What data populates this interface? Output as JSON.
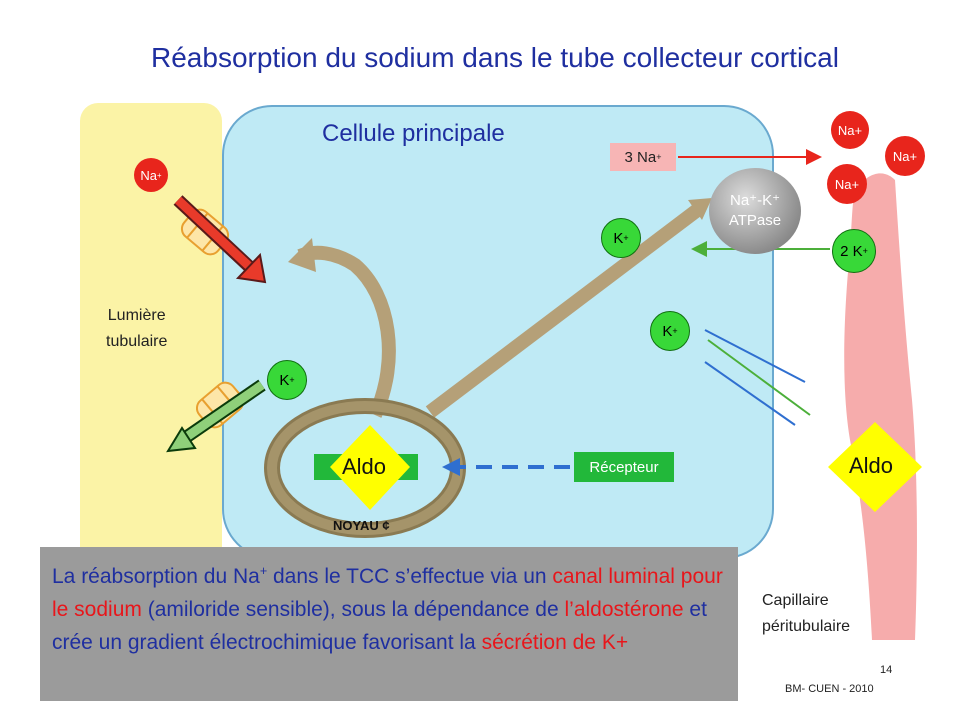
{
  "title": "Réabsorption du sodium dans le tube collecteur cortical",
  "cell_label": "Cellule principale",
  "lumen_label_1": "Lumière",
  "lumen_label_2": "tubulaire",
  "ion_na": "Na",
  "ion_na_plus": "Na+",
  "ion_k": "K",
  "plus": "+",
  "na3": "3 Na",
  "k2": "2 K",
  "pump_line1": "Na⁺-K⁺",
  "pump_line2": "ATPase",
  "aldo": "Aldo",
  "recepteur": "Récepteur",
  "noyau": "NOYAU ¢",
  "capillaire_1": "Capillaire",
  "capillaire_2": "péritubulaire",
  "page_number": "14",
  "footer": "BM- CUEN - 2010",
  "text": {
    "p1": "La réabsorption du  Na",
    "p2": " dans le TCC s’effectue via un ",
    "p3": "canal luminal pour le sodium",
    "p4": " (amiloride sensible), sous la dépendance de ",
    "p5": "l’aldostérone",
    "p6": " et crée un gradient électrochimique favorisant la ",
    "p7": "sécrétion de K+"
  },
  "colors": {
    "lumen": "#fbf3a6",
    "cell": "#bfeaf5",
    "na_ion": "#e8251c",
    "k_ion": "#38d838",
    "aldo_diamond": "#ffff00",
    "capillary": "#f5a3a3",
    "title": "#1f2fa0",
    "highlight": "#e8161b"
  }
}
